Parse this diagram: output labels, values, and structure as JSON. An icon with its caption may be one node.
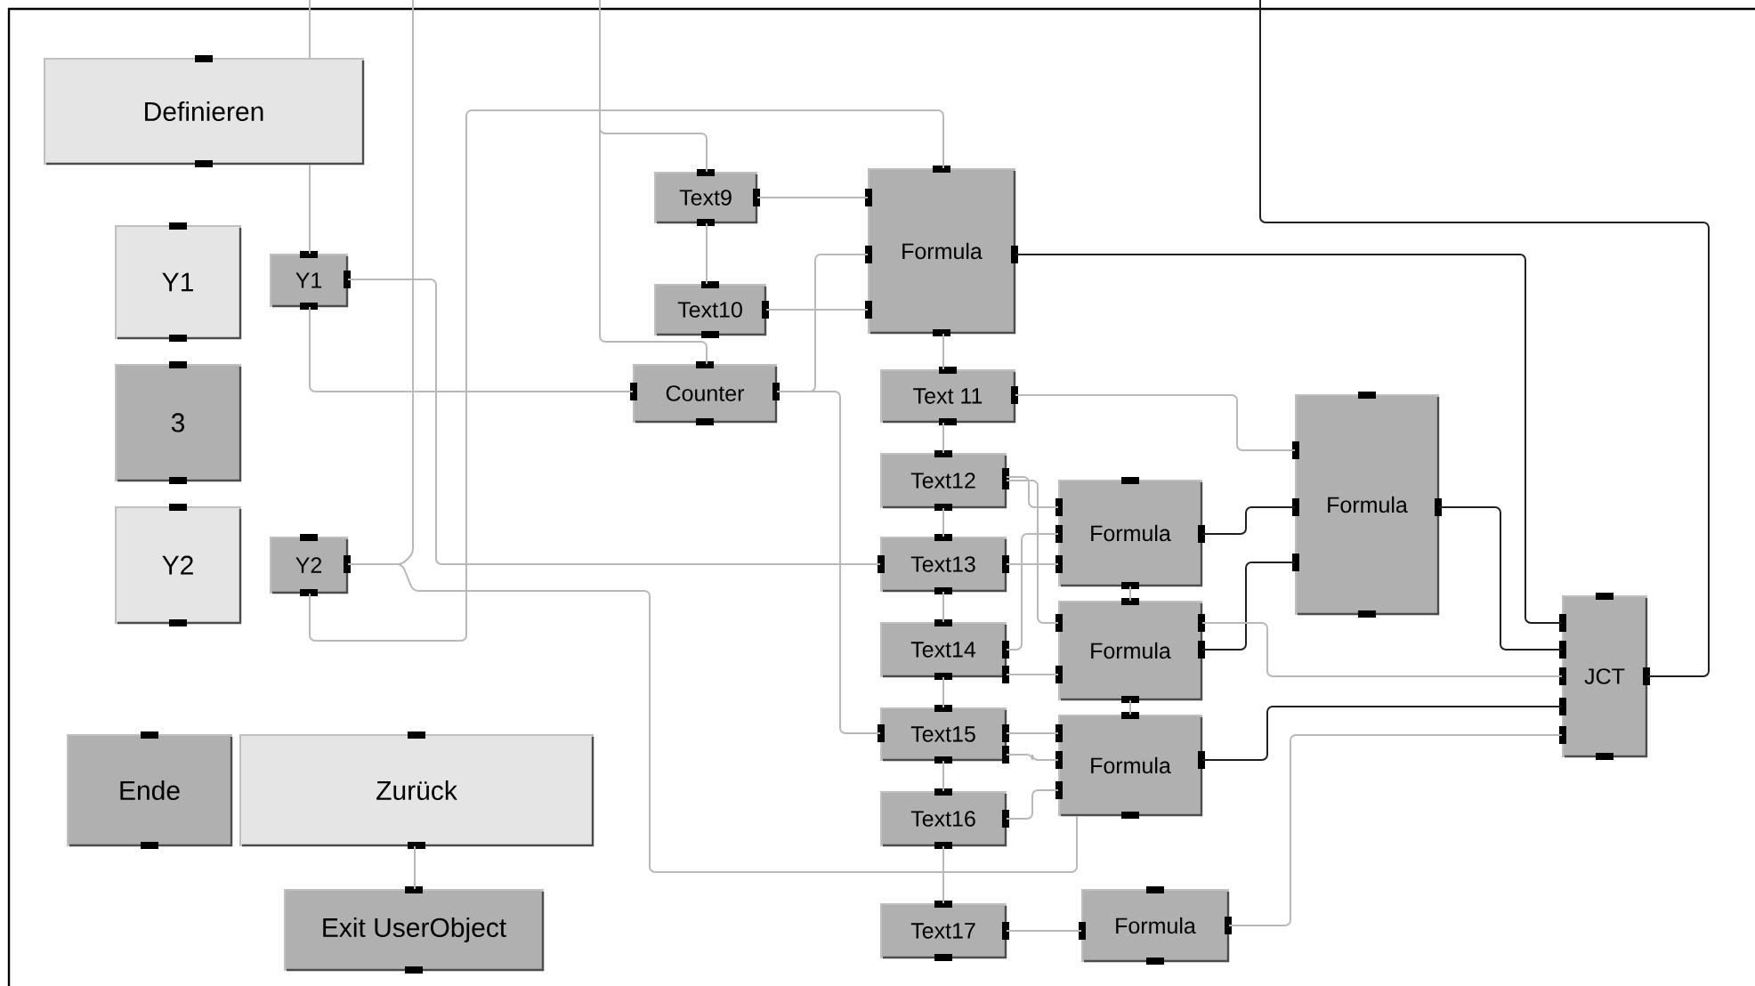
{
  "diagram": {
    "nodes": [
      {
        "text": [
          "Definieren"
        ]
      },
      {
        "text": [
          "Y1"
        ]
      },
      {
        "text": [
          "3"
        ]
      },
      {
        "text": [
          "Y2"
        ]
      },
      {
        "text": [
          "Y1"
        ]
      },
      {
        "text": [
          "Y2"
        ]
      },
      {
        "text": [
          "Text9"
        ]
      },
      {
        "text": [
          "Text10"
        ]
      },
      {
        "text": [
          "Counter"
        ]
      },
      {
        "text": [
          "Formula"
        ]
      },
      {
        "text": [
          "Text 11"
        ]
      },
      {
        "text": [
          "Text12"
        ]
      },
      {
        "text": [
          "Text13"
        ]
      },
      {
        "text": [
          "Text14"
        ]
      },
      {
        "text": [
          "Text15"
        ]
      },
      {
        "text": [
          "Text16"
        ]
      },
      {
        "text": [
          "Text17"
        ]
      },
      {
        "text": [
          "Formula"
        ]
      },
      {
        "text": [
          "Formula"
        ]
      },
      {
        "text": [
          "Formula"
        ]
      },
      {
        "text": [
          "Formula"
        ]
      },
      {
        "text": [
          "JCT"
        ]
      },
      {
        "text": [
          "Ende"
        ]
      },
      {
        "text": [
          "Zurück"
        ]
      },
      {
        "text": [
          "Exit UserObject"
        ]
      },
      {
        "text": [
          "Formula"
        ]
      }
    ],
    "edges": [
      {
        "from": null,
        "to": 0,
        "arrow": "none"
      },
      {
        "from": 0,
        "to": 4,
        "arrow": "none"
      },
      {
        "from": 4,
        "to": 8,
        "arrow": "none"
      },
      {
        "from": 4,
        "to": 12,
        "arrow": "none"
      },
      {
        "from": 5,
        "to": 9,
        "arrow": "none"
      },
      {
        "from": 5,
        "to": 19,
        "arrow": "none"
      },
      {
        "from": 5,
        "to": null,
        "arrow": "none"
      },
      {
        "from": null,
        "to": 6,
        "arrow": "none"
      },
      {
        "from": null,
        "to": 8,
        "arrow": "none"
      },
      {
        "from": 6,
        "to": 7,
        "arrow": "none"
      },
      {
        "from": 6,
        "to": 9,
        "arrow": "none"
      },
      {
        "from": 7,
        "to": 9,
        "arrow": "none"
      },
      {
        "from": 8,
        "to": 9,
        "arrow": "none"
      },
      {
        "from": 8,
        "to": 14,
        "arrow": "none"
      },
      {
        "from": 9,
        "to": 10,
        "arrow": "none"
      },
      {
        "from": 10,
        "to": 11,
        "arrow": "none"
      },
      {
        "from": 11,
        "to": 12,
        "arrow": "none"
      },
      {
        "from": 12,
        "to": 13,
        "arrow": "none"
      },
      {
        "from": 13,
        "to": 14,
        "arrow": "none"
      },
      {
        "from": 14,
        "to": 15,
        "arrow": "none"
      },
      {
        "from": 15,
        "to": 16,
        "arrow": "none"
      },
      {
        "from": 9,
        "to": 21,
        "arrow": "none",
        "color": "#202020"
      },
      {
        "from": 21,
        "to": null,
        "arrow": "none",
        "color": "#202020"
      },
      {
        "from": 10,
        "to": 20,
        "arrow": "none"
      },
      {
        "from": 11,
        "to": 17,
        "arrow": "none"
      },
      {
        "from": 12,
        "to": 17,
        "arrow": "none"
      },
      {
        "from": 13,
        "to": 17,
        "arrow": "none"
      },
      {
        "from": 11,
        "to": 18,
        "arrow": "none"
      },
      {
        "from": 13,
        "to": 18,
        "arrow": "none"
      },
      {
        "from": 14,
        "to": 19,
        "arrow": "none"
      },
      {
        "from": 14,
        "to": 19,
        "arrow": "none"
      },
      {
        "from": 15,
        "to": 19,
        "arrow": "none"
      },
      {
        "from": 17,
        "to": 20,
        "arrow": "none",
        "color": "#202020"
      },
      {
        "from": 18,
        "to": 20,
        "arrow": "none",
        "color": "#202020"
      },
      {
        "from": 20,
        "to": 21,
        "arrow": "none",
        "color": "#202020"
      },
      {
        "from": 18,
        "to": 21,
        "arrow": "none"
      },
      {
        "from": 19,
        "to": 21,
        "arrow": "none",
        "color": "#202020"
      },
      {
        "from": 25,
        "to": 21,
        "arrow": "none"
      },
      {
        "from": 16,
        "to": 25,
        "arrow": "none"
      },
      {
        "from": 17,
        "to": 18,
        "arrow": "none"
      },
      {
        "from": 18,
        "to": 19,
        "arrow": "none"
      },
      {
        "from": 23,
        "to": 24,
        "arrow": "none"
      }
    ]
  }
}
